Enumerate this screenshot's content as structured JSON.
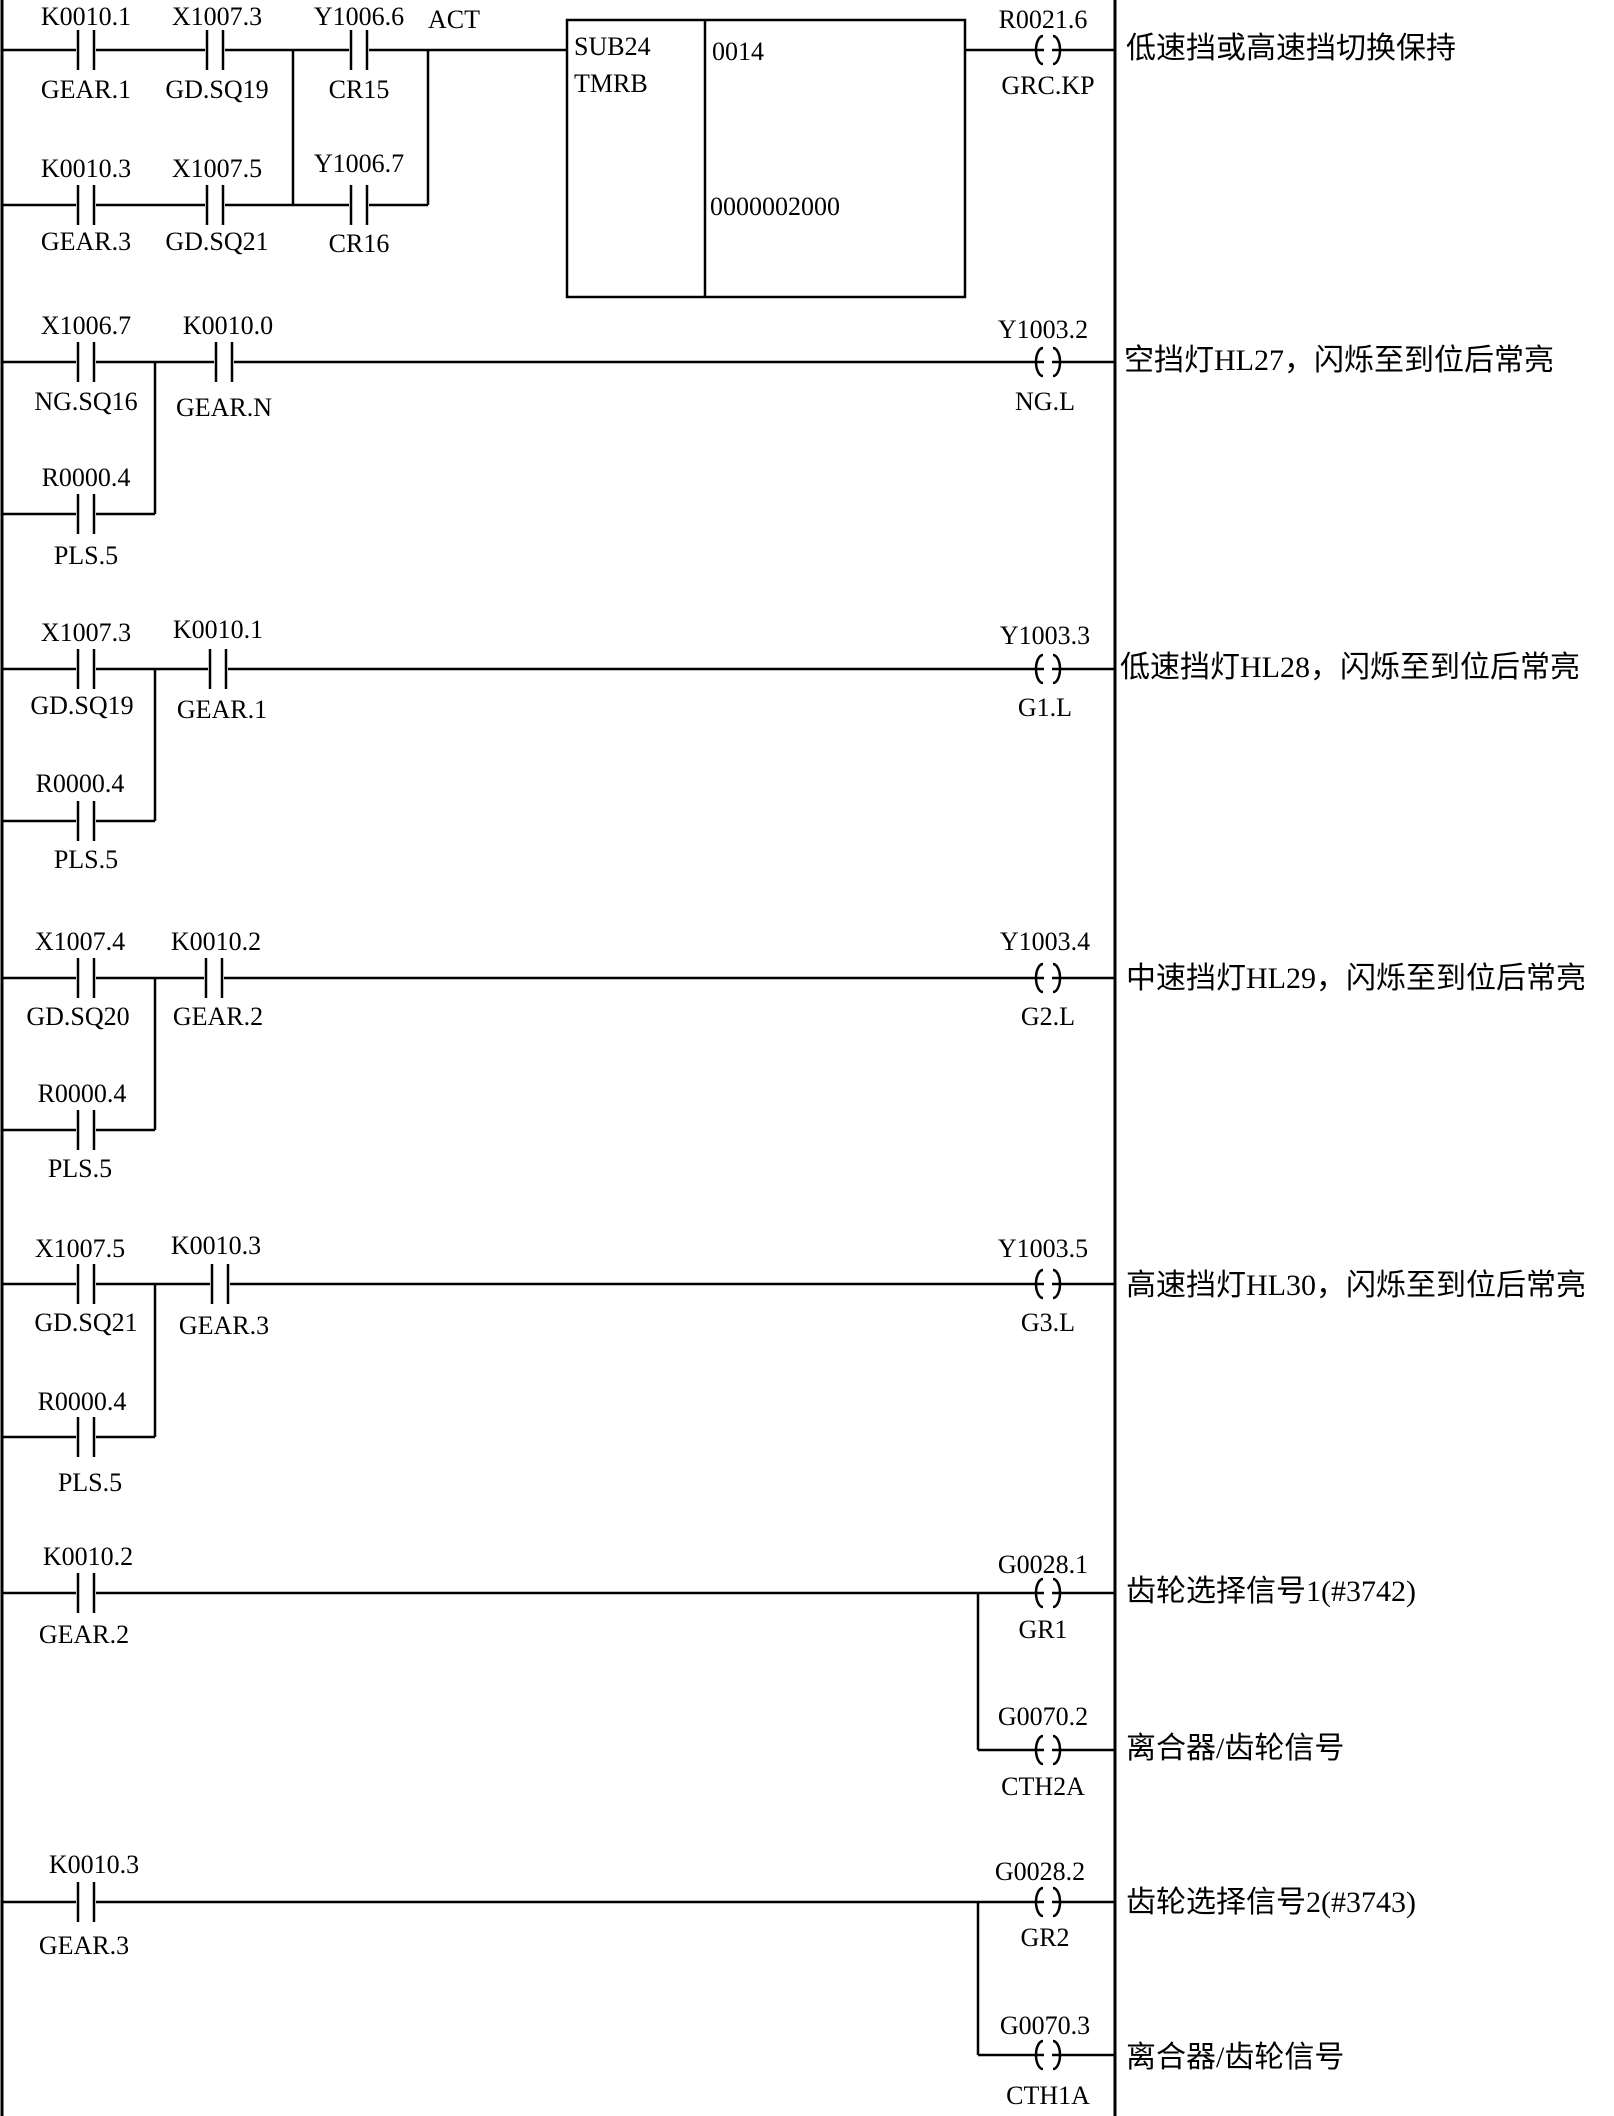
{
  "function_block": {
    "name": "SUB24",
    "type": "TMRB",
    "timer_number": "0014",
    "preset": "0000002000",
    "enable_label": "ACT"
  },
  "rungs": [
    {
      "id": "r1",
      "branches": [
        [
          {
            "addr": "K0010.1",
            "sym": "GEAR.1"
          },
          {
            "addr": "X1007.3",
            "sym": "GD.SQ19"
          },
          {
            "addr": "Y1006.6",
            "sym": "CR15"
          }
        ],
        [
          {
            "addr": "K0010.3",
            "sym": "GEAR.3"
          },
          {
            "addr": "X1007.5",
            "sym": "GD.SQ21"
          },
          {
            "addr": "Y1006.7",
            "sym": "CR16"
          }
        ]
      ],
      "coils": [
        {
          "addr": "R0021.6",
          "sym": "GRC.KP",
          "comment": "低速挡或高速挡切换保持"
        }
      ]
    },
    {
      "id": "r2",
      "contacts": [
        {
          "addr": "X1006.7",
          "sym": "NG.SQ16"
        },
        {
          "addr": "K0010.0",
          "sym": "GEAR.N"
        }
      ],
      "parallel": {
        "addr": "R0000.4",
        "sym": "PLS.5"
      },
      "coils": [
        {
          "addr": "Y1003.2",
          "sym": "NG.L",
          "comment": "空挡灯HL27，闪烁至到位后常亮"
        }
      ]
    },
    {
      "id": "r3",
      "contacts": [
        {
          "addr": "X1007.3",
          "sym": "GD.SQ19"
        },
        {
          "addr": "K0010.1",
          "sym": "GEAR.1"
        }
      ],
      "parallel": {
        "addr": "R0000.4",
        "sym": "PLS.5"
      },
      "coils": [
        {
          "addr": "Y1003.3",
          "sym": "G1.L",
          "comment": "低速挡灯HL28，闪烁至到位后常亮"
        }
      ]
    },
    {
      "id": "r4",
      "contacts": [
        {
          "addr": "X1007.4",
          "sym": "GD.SQ20"
        },
        {
          "addr": "K0010.2",
          "sym": "GEAR.2"
        }
      ],
      "parallel": {
        "addr": "R0000.4",
        "sym": "PLS.5"
      },
      "coils": [
        {
          "addr": "Y1003.4",
          "sym": "G2.L",
          "comment": "中速挡灯HL29，闪烁至到位后常亮"
        }
      ]
    },
    {
      "id": "r5",
      "contacts": [
        {
          "addr": "X1007.5",
          "sym": "GD.SQ21"
        },
        {
          "addr": "K0010.3",
          "sym": "GEAR.3"
        }
      ],
      "parallel": {
        "addr": "R0000.4",
        "sym": "PLS.5"
      },
      "coils": [
        {
          "addr": "Y1003.5",
          "sym": "G3.L",
          "comment": "高速挡灯HL30，闪烁至到位后常亮"
        }
      ]
    },
    {
      "id": "r6",
      "contacts": [
        {
          "addr": "K0010.2",
          "sym": "GEAR.2"
        }
      ],
      "coils": [
        {
          "addr": "G0028.1",
          "sym": "GR1",
          "comment": "齿轮选择信号1(#3742)"
        },
        {
          "addr": "G0070.2",
          "sym": "CTH2A",
          "comment": "离合器/齿轮信号"
        }
      ]
    },
    {
      "id": "r7",
      "contacts": [
        {
          "addr": "K0010.3",
          "sym": "GEAR.3"
        }
      ],
      "coils": [
        {
          "addr": "G0028.2",
          "sym": "GR2",
          "comment": "齿轮选择信号2(#3743)"
        },
        {
          "addr": "G0070.3",
          "sym": "CTH1A",
          "comment": "离合器/齿轮信号"
        }
      ]
    }
  ]
}
